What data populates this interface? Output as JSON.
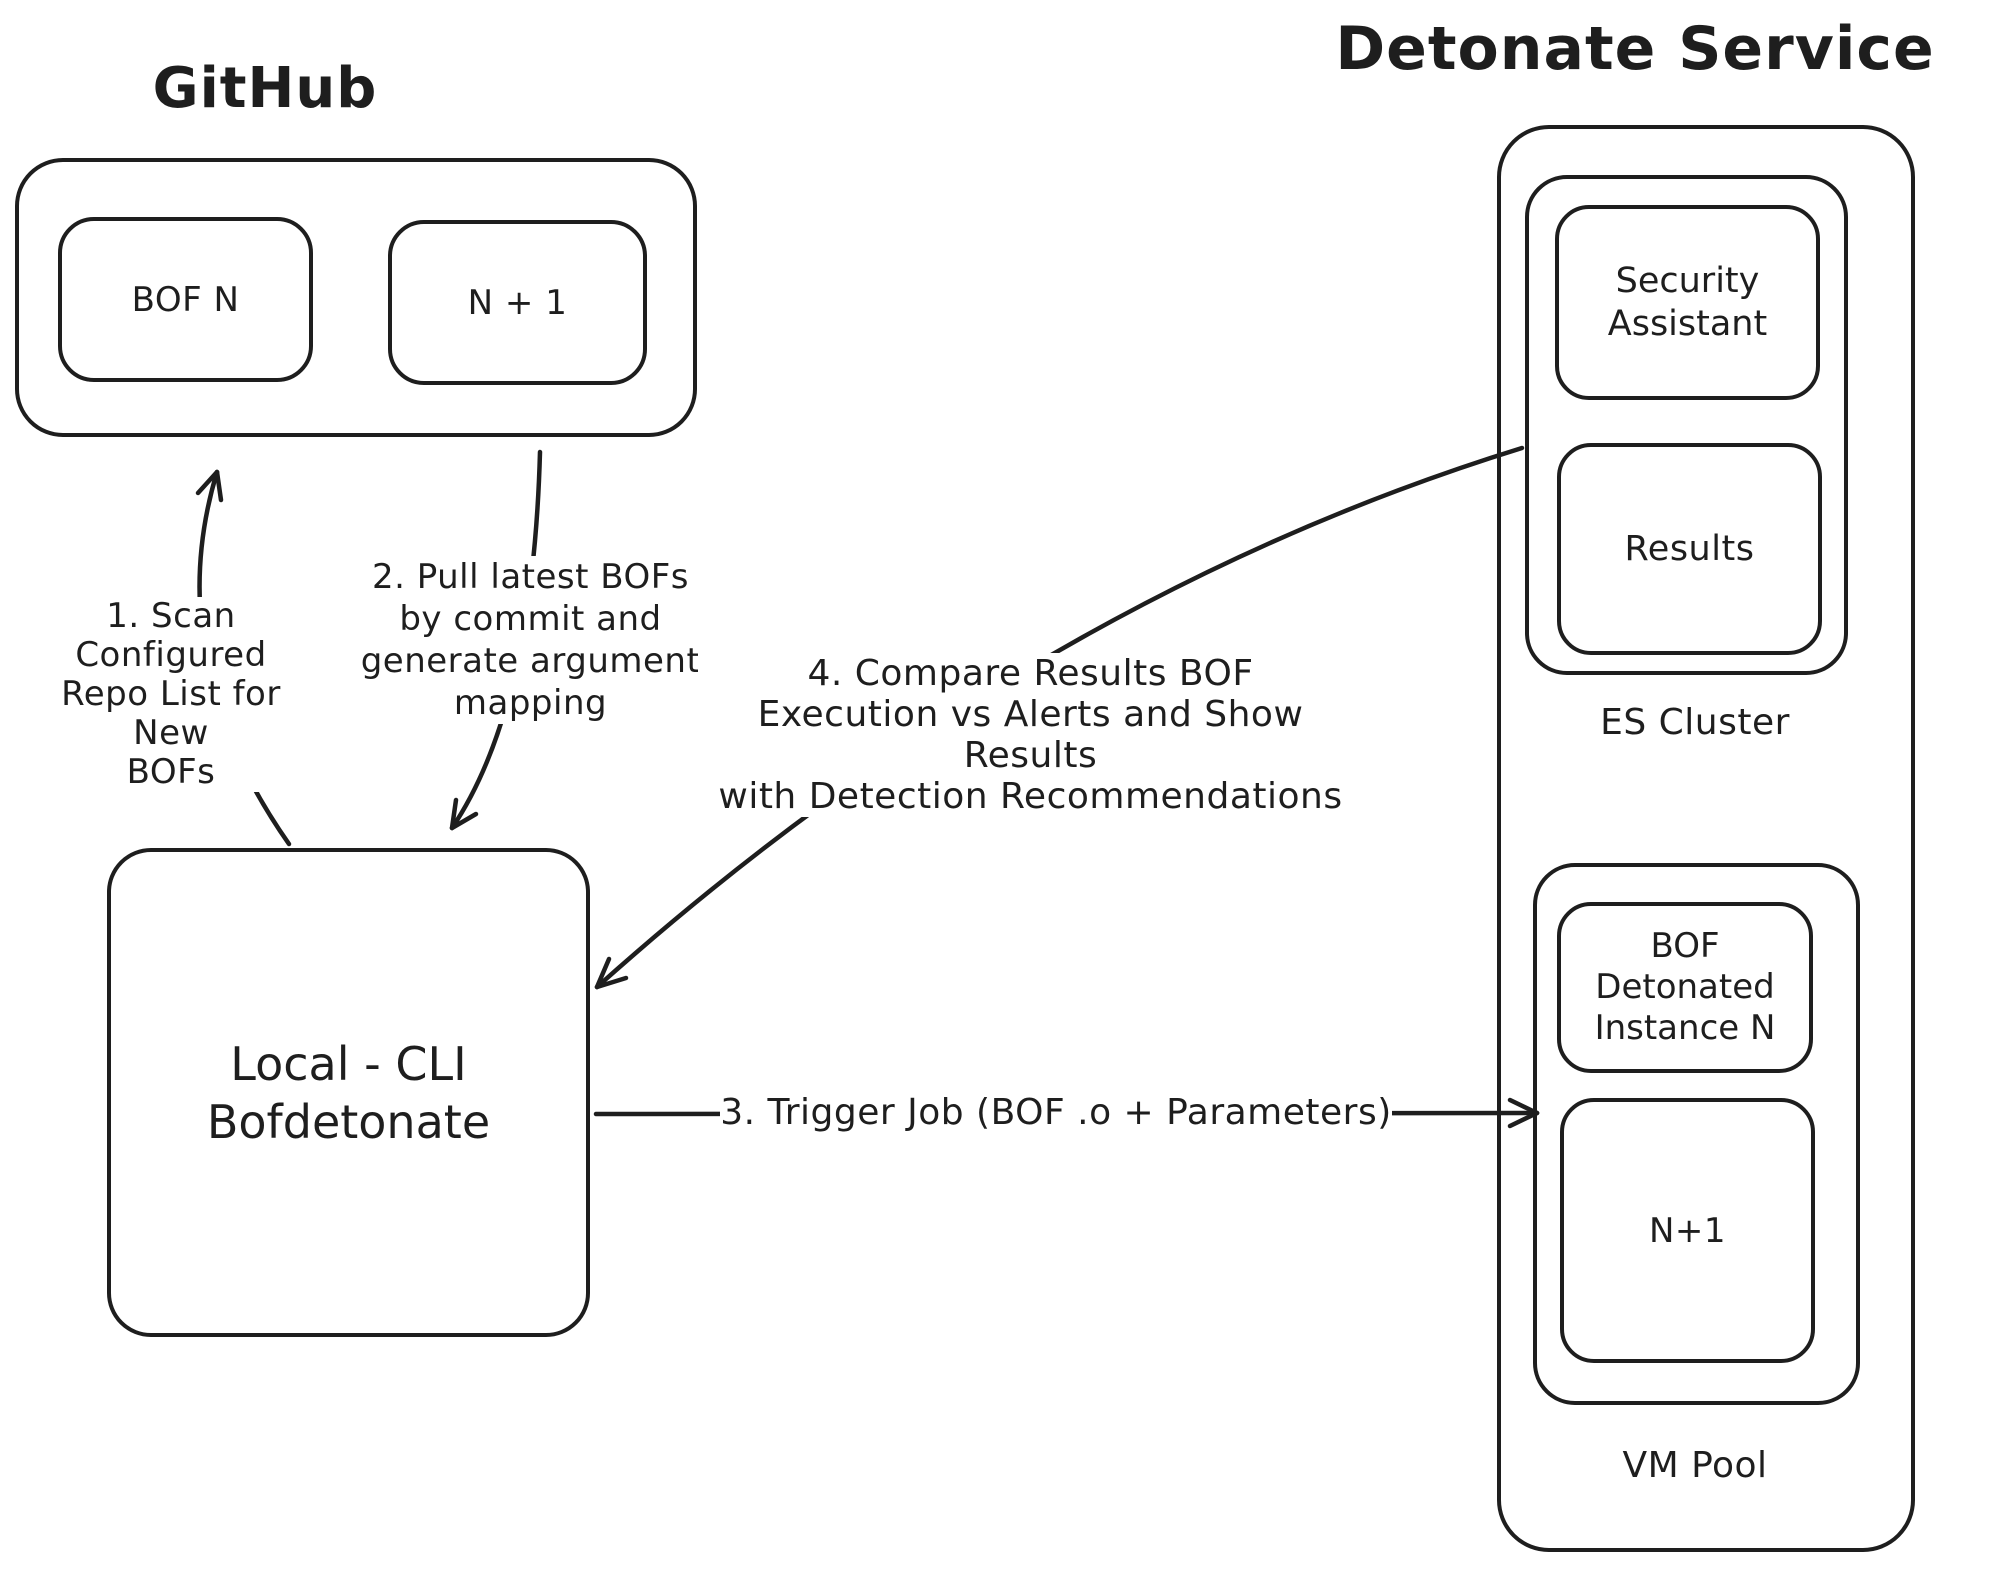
{
  "canvas": {
    "background": "#ffffff",
    "stroke_color": "#1e1e1e"
  },
  "github": {
    "title": "GitHub",
    "bof_n_label": "BOF N",
    "n_plus_1_label": "N + 1"
  },
  "local_cli": {
    "line1": "Local - CLI",
    "line2": "Bofdetonate"
  },
  "detonate": {
    "title": "Detonate Service",
    "es_cluster": {
      "label": "ES Cluster",
      "security_assistant": {
        "line1": "Security",
        "line2": "Assistant"
      },
      "results_label": "Results"
    },
    "vm_pool": {
      "label": "VM Pool",
      "bof_detonated": {
        "line1": "BOF Detonated",
        "line2": "Instance N"
      },
      "n_plus_1_label": "N+1"
    }
  },
  "arrows": {
    "step1": {
      "lines": [
        "1. Scan Configured",
        "Repo List for New",
        "BOFs"
      ]
    },
    "step2": {
      "lines": [
        "2. Pull latest BOFs",
        "by commit and",
        "generate argument",
        "mapping"
      ]
    },
    "step3": {
      "label": "3. Trigger Job (BOF .o +  Parameters)"
    },
    "step4": {
      "lines": [
        "4. Compare Results BOF",
        "Execution vs Alerts and Show Results",
        "with Detection Recommendations"
      ]
    }
  }
}
